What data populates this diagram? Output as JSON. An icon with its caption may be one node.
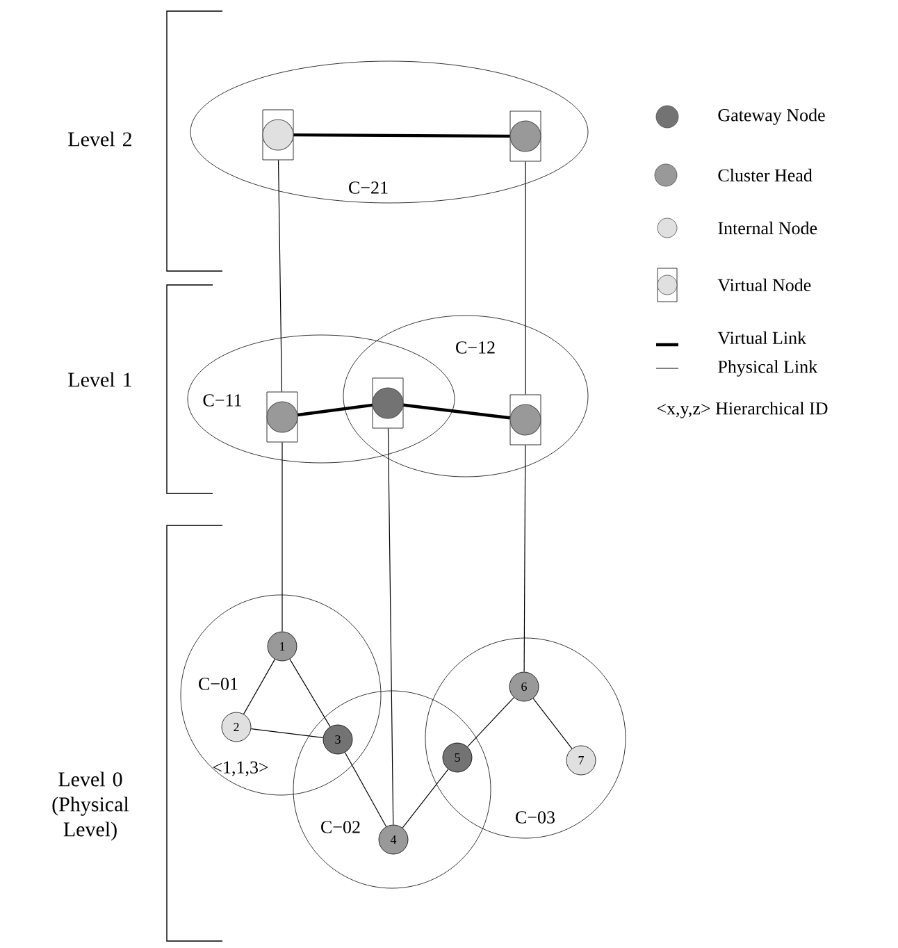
{
  "diagram": {
    "nodes": [
      {
        "text": [
          "C−21"
        ]
      },
      {
        "text": [],
        "shape": "box",
        "in": 0
      },
      {
        "text": [],
        "shape": "box",
        "in": 0
      },
      {
        "text": [
          "C−11"
        ]
      },
      {
        "text": [
          "C−12"
        ]
      },
      {
        "text": [],
        "shape": "box",
        "in": 3
      },
      {
        "text": [],
        "shape": "box"
      },
      {
        "text": [],
        "shape": "box",
        "in": 4
      },
      {
        "text": [
          "C−01"
        ]
      },
      {
        "text": [
          "C−02"
        ]
      },
      {
        "text": [
          "C−03"
        ]
      },
      {
        "text": [
          "1"
        ],
        "in": 8
      },
      {
        "text": [
          "2"
        ],
        "in": 8,
        "beside": [
          "<1,1,3>"
        ]
      },
      {
        "text": [
          "3"
        ]
      },
      {
        "text": [
          "4"
        ],
        "in": 9
      },
      {
        "text": [
          "5"
        ]
      },
      {
        "text": [
          "6"
        ],
        "in": 10
      },
      {
        "text": [
          "7"
        ],
        "in": 10
      }
    ],
    "edges": [
      {
        "from": 1,
        "to": 2,
        "arrow": "none",
        "style": "thick"
      },
      {
        "from": 1,
        "to": 5,
        "arrow": "none"
      },
      {
        "from": 2,
        "to": 7,
        "arrow": "none"
      },
      {
        "from": 5,
        "to": 6,
        "arrow": "none",
        "style": "thick"
      },
      {
        "from": 6,
        "to": 7,
        "arrow": "none",
        "style": "thick"
      },
      {
        "from": 5,
        "to": 11,
        "arrow": "none"
      },
      {
        "from": 6,
        "to": 14,
        "arrow": "none"
      },
      {
        "from": 7,
        "to": 16,
        "arrow": "none"
      },
      {
        "from": 11,
        "to": 12,
        "arrow": "none"
      },
      {
        "from": 11,
        "to": 13,
        "arrow": "none"
      },
      {
        "from": 12,
        "to": 13,
        "arrow": "none"
      },
      {
        "from": 13,
        "to": 14,
        "arrow": "none"
      },
      {
        "from": 14,
        "to": 15,
        "arrow": "none"
      },
      {
        "from": 15,
        "to": 16,
        "arrow": "none"
      },
      {
        "from": 16,
        "to": 17,
        "arrow": "none"
      }
    ],
    "labels": [
      "Level 2",
      "Level 1",
      "Level 0 (Physical Level)"
    ],
    "legend": [
      {
        "text": "Gateway Node"
      },
      {
        "text": "Cluster Head"
      },
      {
        "text": "Internal Node"
      },
      {
        "text": "Virtual Node"
      },
      {
        "text": "Virtual Link"
      },
      {
        "text": "Physical Link"
      },
      {
        "text": "<x,y,z> Hierarchical ID"
      }
    ]
  }
}
